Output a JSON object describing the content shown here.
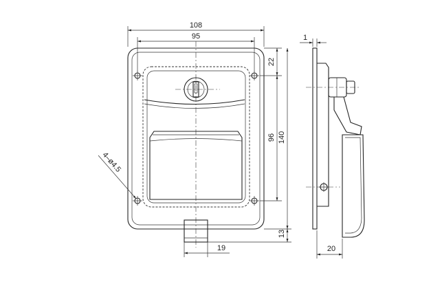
{
  "dimensions": {
    "overall_width": "108",
    "hole_spacing_width": "95",
    "thickness": "1",
    "top_offset": "22",
    "hole_spacing_height": "96",
    "overall_height": "140",
    "hole_spec": "4–ø4.5",
    "bottom_projection": "13",
    "lock_body_width": "19",
    "depth": "20"
  },
  "colors": {
    "line": "#222222",
    "background": "#ffffff"
  }
}
